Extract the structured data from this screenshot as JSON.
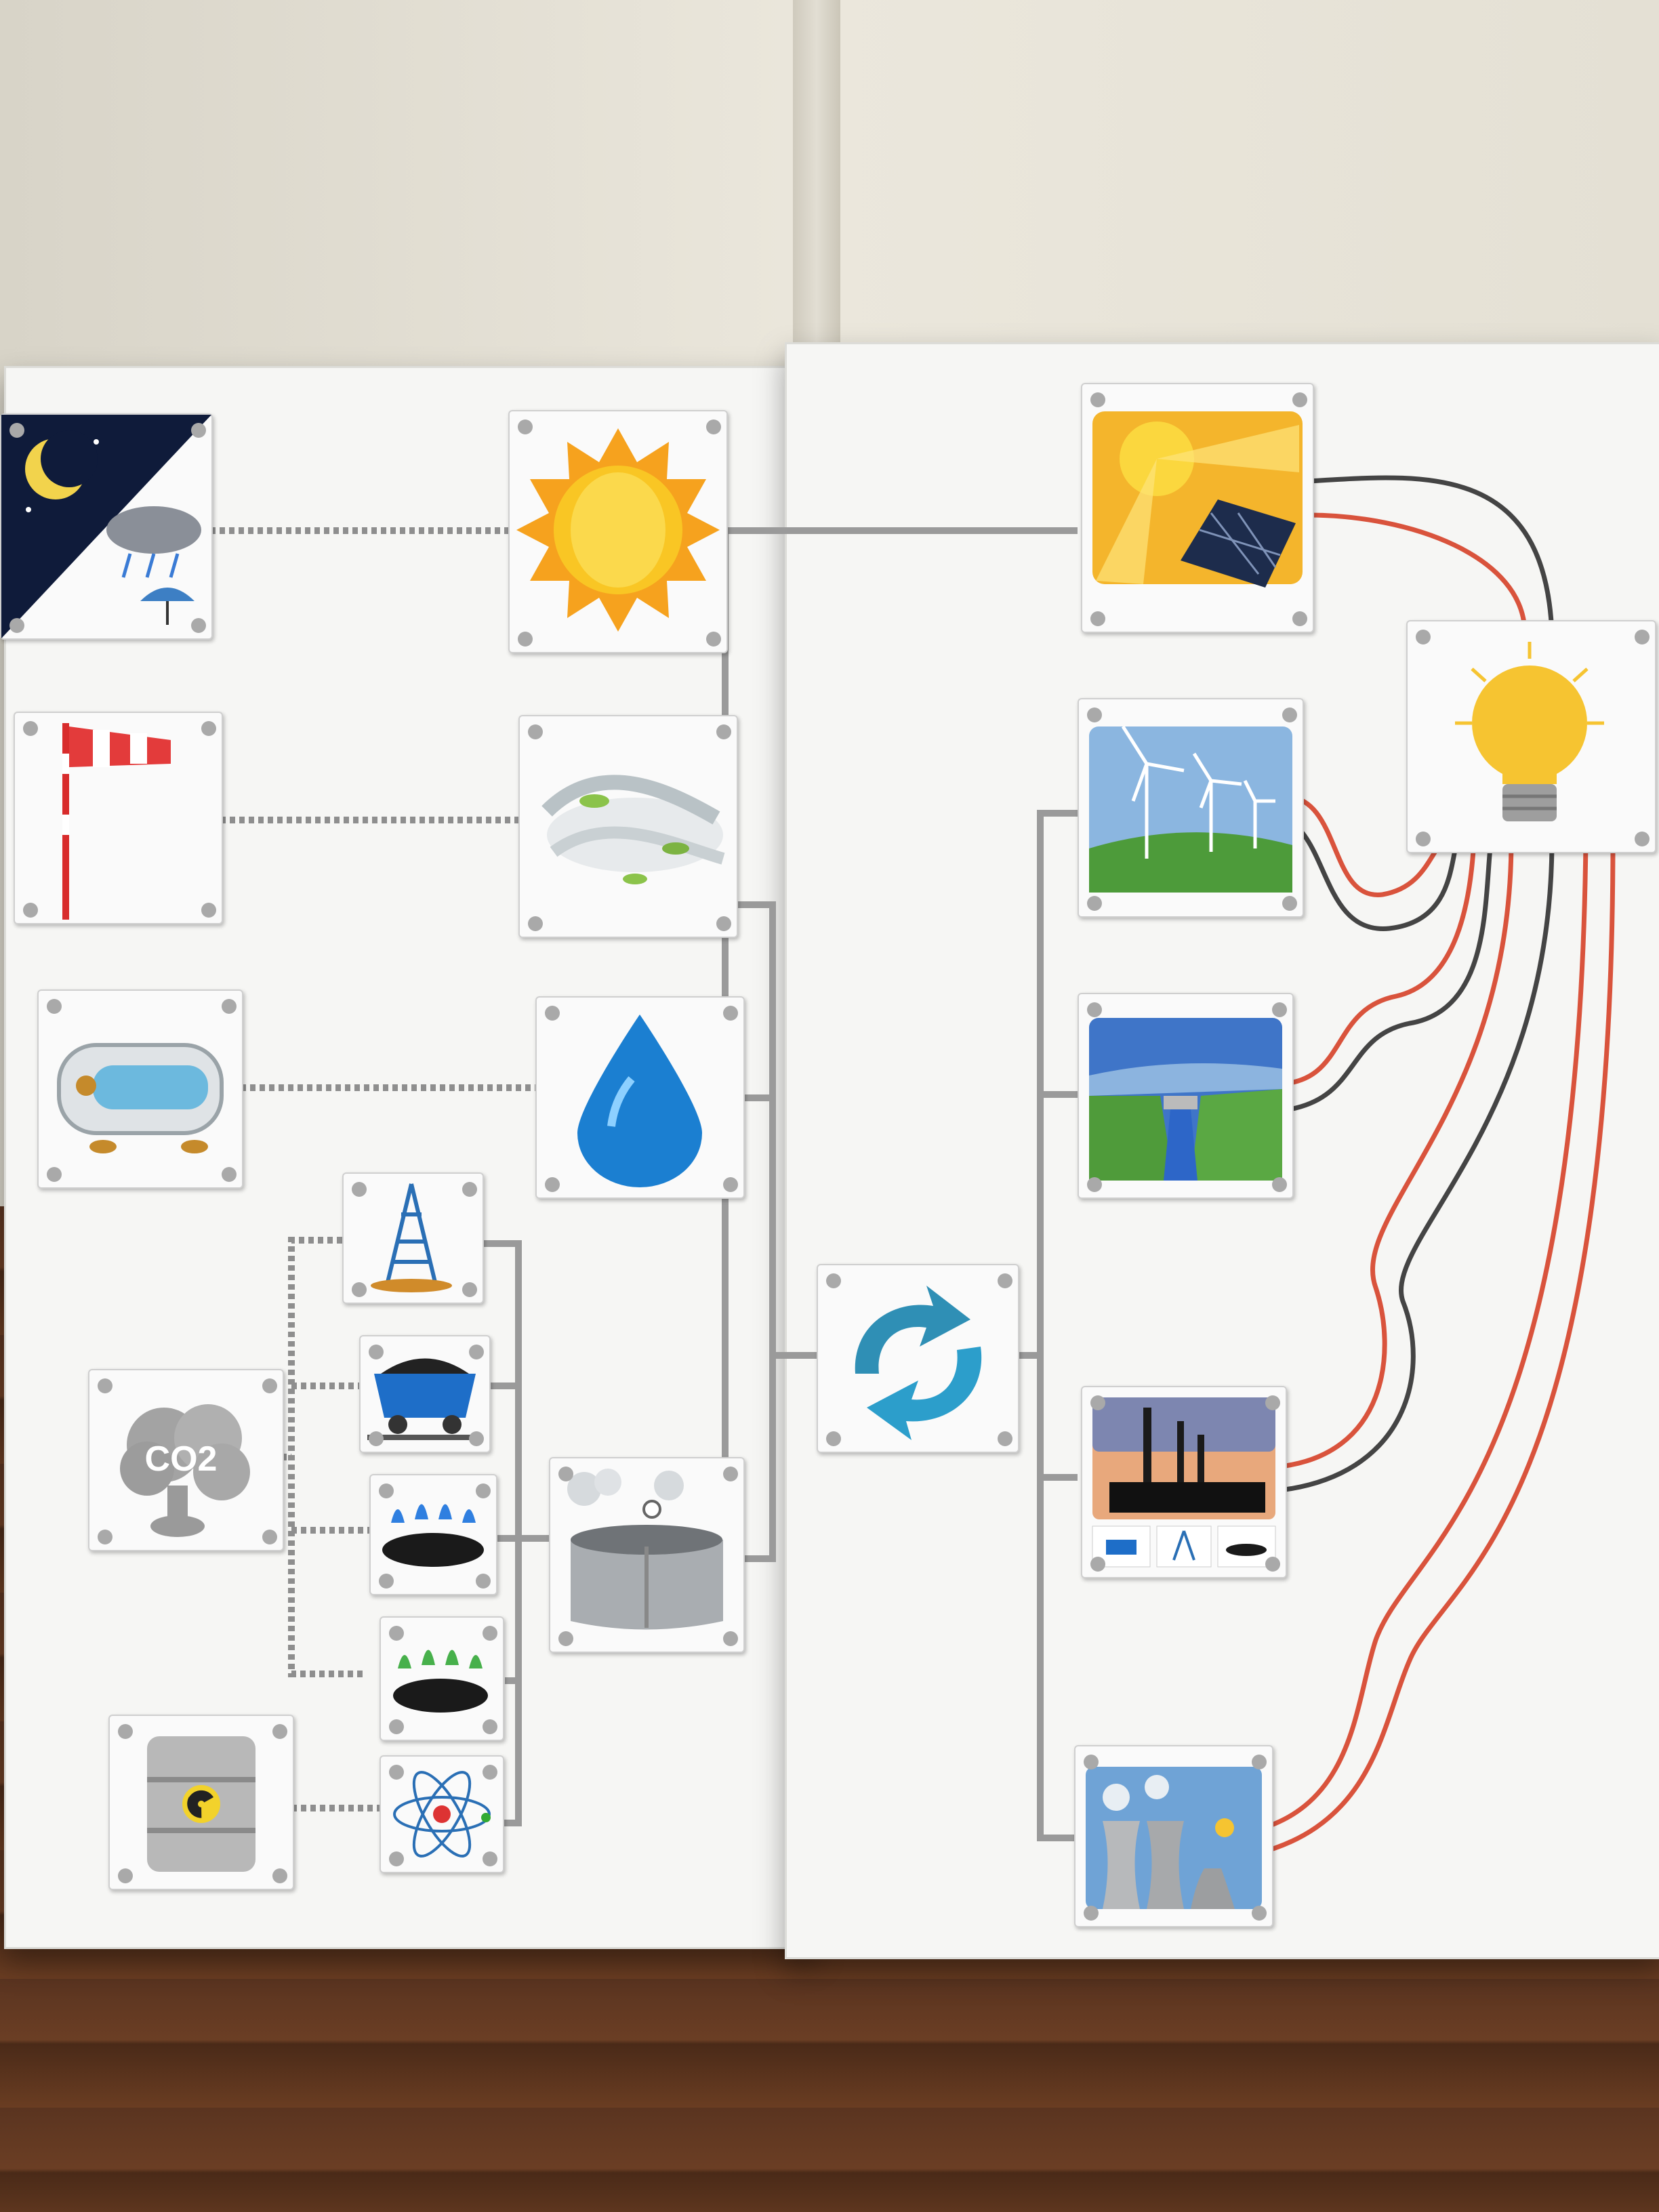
{
  "colors": {
    "connector_line": "#9a9a9a",
    "wire_red": "#d9533c",
    "wire_dark": "#444444",
    "sun": "#f6a21e",
    "water": "#1b7fd1",
    "recycle": "#2f8fb5"
  },
  "cards": [
    {
      "name": "night-rain-card",
      "icon": "moon-rain-icon"
    },
    {
      "name": "sun-card",
      "icon": "sun-icon"
    },
    {
      "name": "windsock-card",
      "icon": "windsock-icon"
    },
    {
      "name": "wind-card",
      "icon": "wind-icon"
    },
    {
      "name": "bathtub-card",
      "icon": "bathtub-icon"
    },
    {
      "name": "water-drop-card",
      "icon": "water-drop-icon"
    },
    {
      "name": "oil-derrick-card",
      "icon": "oil-derrick-icon"
    },
    {
      "name": "coal-cart-card",
      "icon": "coal-cart-icon"
    },
    {
      "name": "blue-gas-flame-card",
      "icon": "gas-flame-icon"
    },
    {
      "name": "green-flame-card",
      "icon": "biogas-flame-icon"
    },
    {
      "name": "atom-card",
      "icon": "atom-icon"
    },
    {
      "name": "co2-cloud-card",
      "icon": "co2-cloud-icon"
    },
    {
      "name": "nuclear-barrel-card",
      "icon": "radioactive-barrel-icon"
    },
    {
      "name": "steam-boiler-card",
      "icon": "steam-boiler-icon"
    },
    {
      "name": "recycle-card",
      "icon": "recycle-icon"
    },
    {
      "name": "solar-panel-card",
      "icon": "solar-panel-icon"
    },
    {
      "name": "wind-turbine-card",
      "icon": "wind-turbine-icon"
    },
    {
      "name": "hydro-dam-card",
      "icon": "dam-icon"
    },
    {
      "name": "thermal-plant-card",
      "icon": "power-plant-icon"
    },
    {
      "name": "nuclear-plant-card",
      "icon": "cooling-tower-icon"
    },
    {
      "name": "light-bulb-card",
      "icon": "light-bulb-icon"
    }
  ],
  "co2_label": "CO2"
}
